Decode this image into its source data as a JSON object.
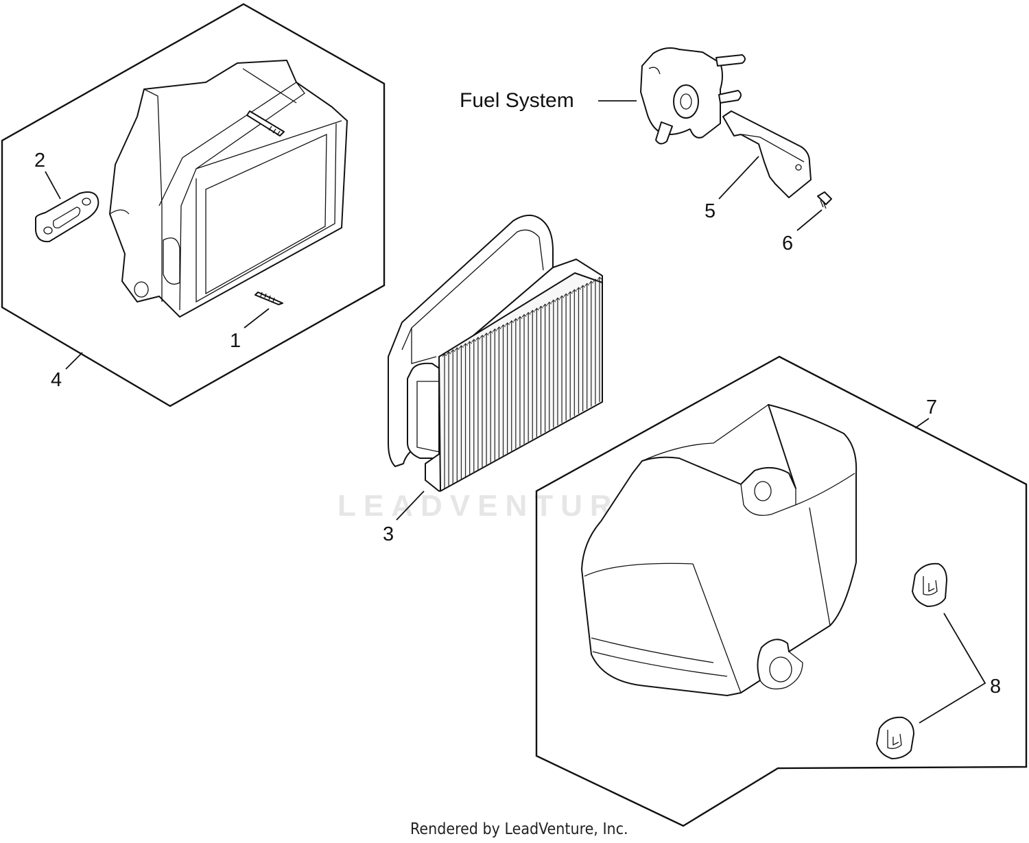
{
  "diagram": {
    "callouts": [
      {
        "id": "1",
        "label": "1"
      },
      {
        "id": "2",
        "label": "2"
      },
      {
        "id": "3",
        "label": "3"
      },
      {
        "id": "4",
        "label": "4"
      },
      {
        "id": "5",
        "label": "5"
      },
      {
        "id": "6",
        "label": "6"
      },
      {
        "id": "7",
        "label": "7"
      },
      {
        "id": "8",
        "label": "8"
      }
    ],
    "reference_label": "Fuel System",
    "watermark": "LEADVENTURE",
    "footer_credit": "Rendered by LeadVenture, Inc."
  }
}
